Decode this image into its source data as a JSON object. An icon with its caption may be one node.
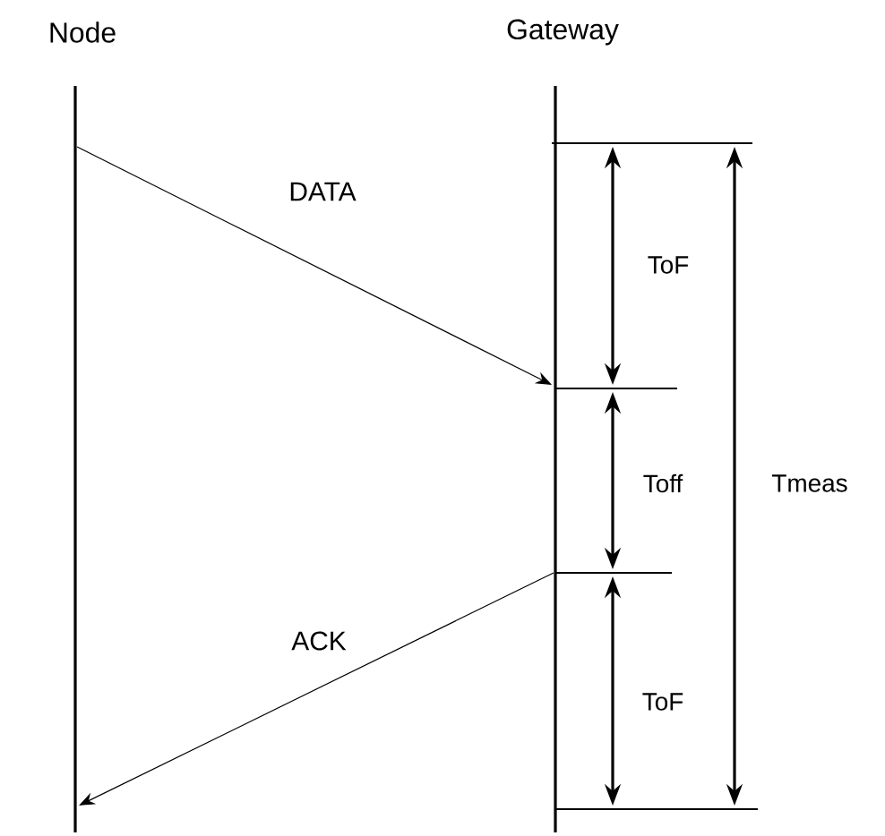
{
  "diagram": {
    "nodes": [
      {
        "text": [
          "Node"
        ]
      },
      {
        "text": [
          "Gateway"
        ]
      }
    ],
    "edges": [
      {
        "from": 0,
        "to": 1,
        "arrow": "to",
        "label": "DATA"
      },
      {
        "from": 1,
        "to": 0,
        "arrow": "to",
        "label": "ACK"
      }
    ],
    "labels": [
      "ToF",
      "Toff",
      "Tmeas",
      "ToF"
    ]
  }
}
